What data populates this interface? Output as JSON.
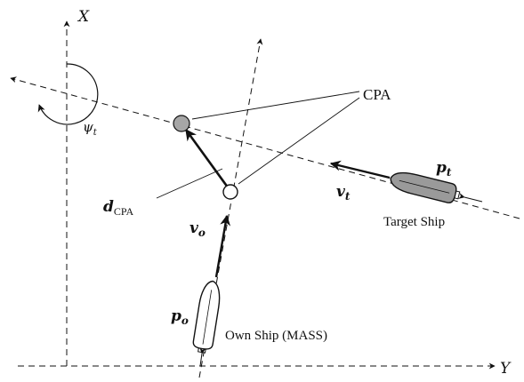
{
  "axes": {
    "x_label": "X",
    "y_label": "Y"
  },
  "labels": {
    "heading_symbol": "ψ",
    "heading_subscript": "t",
    "cpa": "CPA",
    "d_cpa_main": "d",
    "d_cpa_sub": "CPA",
    "v_target_main": "v",
    "v_target_sub": "t",
    "p_target_main": "p",
    "p_target_sub": "t",
    "target_ship": "Target Ship",
    "v_own_main": "v",
    "v_own_sub": "o",
    "p_own_main": "p",
    "p_own_sub": "o",
    "own_ship": "Own Ship (MASS)"
  },
  "colors": {
    "target_hull": "#9a9a9a",
    "cpa_point": "#a6a6a6",
    "own_hull": "#ffffff",
    "ink": "#111111"
  }
}
